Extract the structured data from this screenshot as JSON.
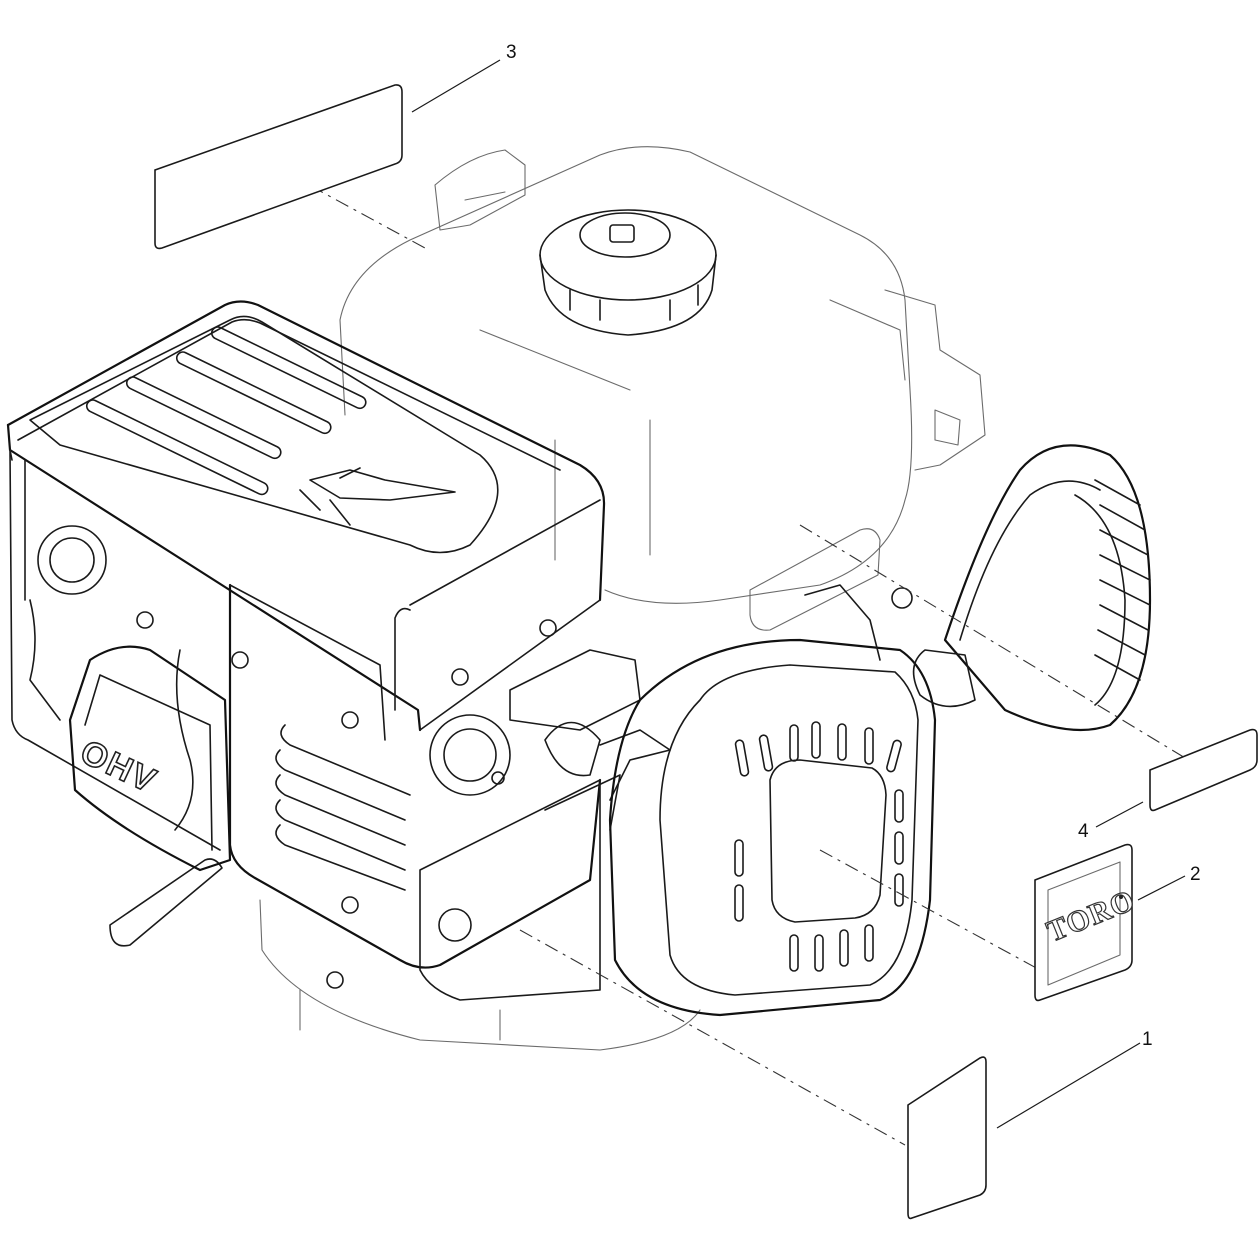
{
  "callouts": [
    {
      "id": "1",
      "label": "1"
    },
    {
      "id": "2",
      "label": "2"
    },
    {
      "id": "3",
      "label": "3"
    },
    {
      "id": "4",
      "label": "4"
    }
  ],
  "decal_2_logo": "TORO",
  "engine_valve_cover_mark": "OHV"
}
